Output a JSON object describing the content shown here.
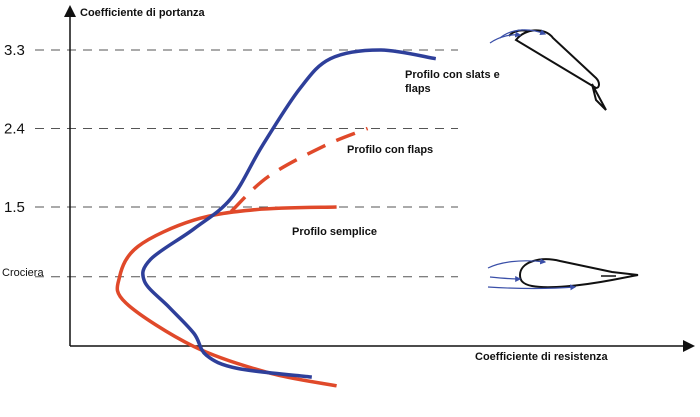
{
  "chart_data": {
    "type": "line",
    "xlabel": "Coefficiente di resistenza",
    "ylabel": "Coefficiente di portanza",
    "y_ticks": [
      {
        "label": "3.3",
        "value": 3.3
      },
      {
        "label": "2.4",
        "value": 2.4
      },
      {
        "label": "1.5",
        "value": 1.5
      },
      {
        "label": "Crociera",
        "value": 0.7
      }
    ],
    "ylim": [
      -0.2,
      3.9
    ],
    "xlim": [
      0,
      1
    ],
    "grid": "dashed horizontal lines at tick values",
    "series": [
      {
        "name": "Profilo con slats e flaps",
        "color": "#2e3f9a",
        "style": "solid",
        "points": [
          [
            0.39,
            -0.45
          ],
          [
            0.27,
            -0.35
          ],
          [
            0.22,
            -0.2
          ],
          [
            0.2,
            0.05
          ],
          [
            0.16,
            0.35
          ],
          [
            0.12,
            0.65
          ],
          [
            0.13,
            0.9
          ],
          [
            0.2,
            1.25
          ],
          [
            0.26,
            1.6
          ],
          [
            0.31,
            2.2
          ],
          [
            0.37,
            2.85
          ],
          [
            0.42,
            3.2
          ],
          [
            0.5,
            3.3
          ],
          [
            0.59,
            3.2
          ]
        ]
      },
      {
        "name": "Profilo con flaps",
        "color": "#e0492a",
        "style": "dashed",
        "points": [
          [
            0.26,
            1.45
          ],
          [
            0.32,
            1.85
          ],
          [
            0.41,
            2.2
          ],
          [
            0.48,
            2.4
          ]
        ]
      },
      {
        "name": "Profilo semplice",
        "color": "#e0492a",
        "style": "solid",
        "points": [
          [
            0.43,
            -0.55
          ],
          [
            0.32,
            -0.4
          ],
          [
            0.2,
            -0.1
          ],
          [
            0.09,
            0.4
          ],
          [
            0.08,
            0.7
          ],
          [
            0.11,
            1.05
          ],
          [
            0.2,
            1.35
          ],
          [
            0.3,
            1.47
          ],
          [
            0.43,
            1.5
          ]
        ]
      }
    ]
  }
}
